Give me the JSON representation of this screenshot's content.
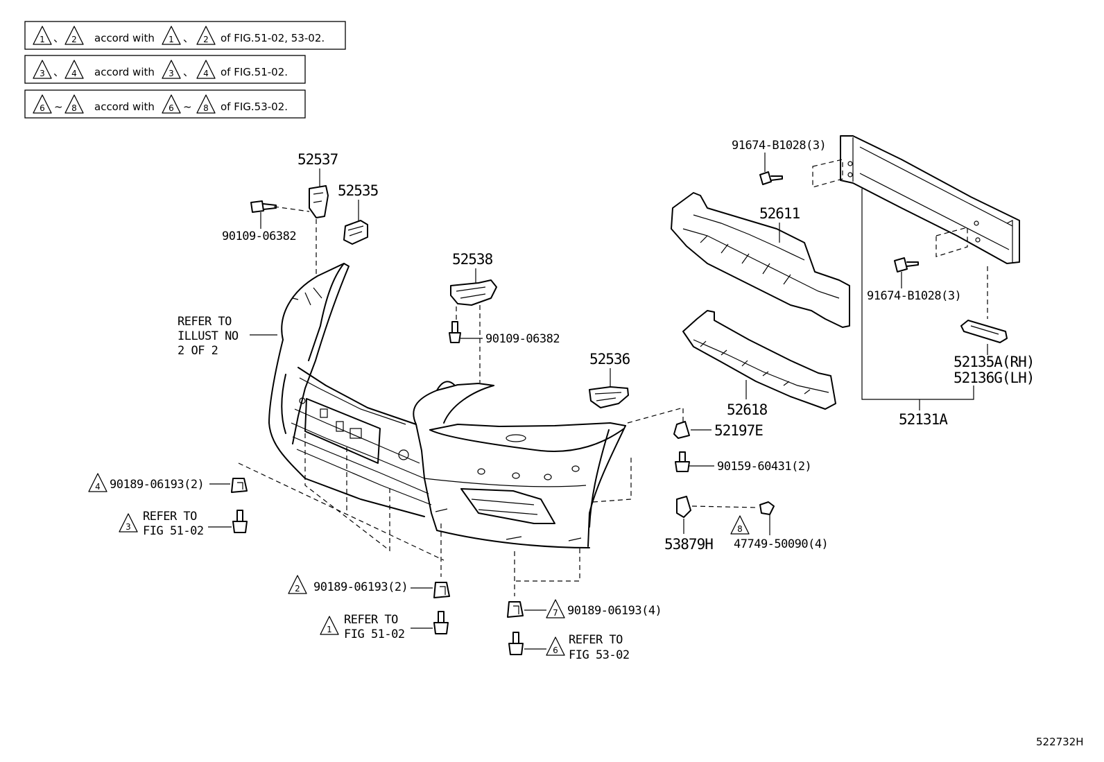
{
  "notes": [
    {
      "left": [
        "1",
        "2"
      ],
      "joiner": "、",
      "text": "accord with",
      "right": [
        "1",
        "2"
      ],
      "ref": "of FIG.51-02, 53-02."
    },
    {
      "left": [
        "3",
        "4"
      ],
      "joiner": "、",
      "text": "accord with",
      "right": [
        "3",
        "4"
      ],
      "ref": "of FIG.51-02."
    },
    {
      "left": [
        "6",
        "8"
      ],
      "joiner": "~",
      "text": "accord with",
      "right": [
        "6",
        "8"
      ],
      "ref": "of FIG.53-02."
    }
  ],
  "parts": {
    "p52537": "52537",
    "p52535": "52535",
    "p90109a": "90109-06382",
    "p52538": "52538",
    "p90109b": "90109-06382",
    "p52536": "52536",
    "p52611": "52611",
    "p52618": "52618",
    "p91674a": "91674-B1028(3)",
    "p91674b": "91674-B1028(3)",
    "p52135": "52135A(RH)",
    "p52136": "52136G(LH)",
    "p52131": "52131A",
    "p52197": "52197E",
    "p90159": "90159-60431(2)",
    "p53879": "53879H",
    "p47749": "47749-50090(4)",
    "p90189_4": "90189-06193(2)",
    "p90189_2": "90189-06193(2)",
    "p90189_7": "90189-06193(4)"
  },
  "refer": {
    "illust_l1": "REFER TO",
    "illust_l2": "ILLUST NO",
    "illust_l3": "2 OF 2",
    "r3_l1": "REFER TO",
    "r3_l2": "FIG 51-02",
    "r1_l1": "REFER TO",
    "r1_l2": "FIG 51-02",
    "r6_l1": "REFER TO",
    "r6_l2": "FIG 53-02"
  },
  "markers": {
    "m4": "4",
    "m3": "3",
    "m2": "2",
    "m1": "1",
    "m7": "7",
    "m6": "6",
    "m8": "8"
  },
  "figure_id": "522732H"
}
